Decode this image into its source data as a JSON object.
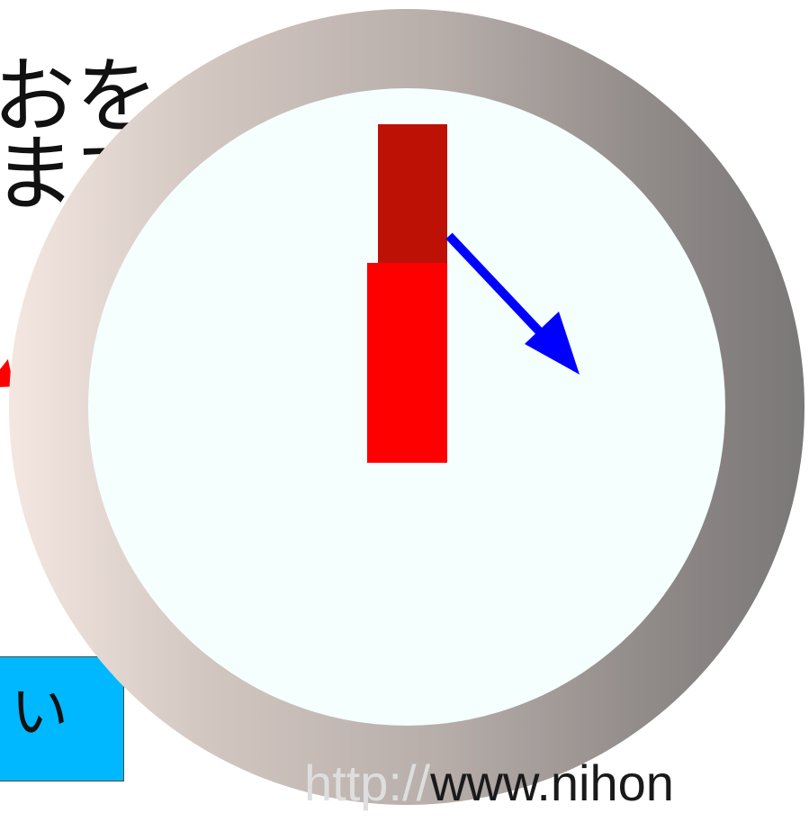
{
  "text": {
    "line1_fragment": "おを",
    "line2_fragment": "ます",
    "box_fragment": "い"
  },
  "footer": {
    "url_prefix": "http://",
    "url_main": "www.nihon"
  },
  "colors": {
    "background": "#ffffff",
    "hand_red_light": "#ff0000",
    "hand_red_dark": "#bd1106",
    "hand_blue": "#0000ff",
    "face": "#f4fffe",
    "box_cyan": "#00b8ff",
    "arrow_red": "#ff0000"
  }
}
